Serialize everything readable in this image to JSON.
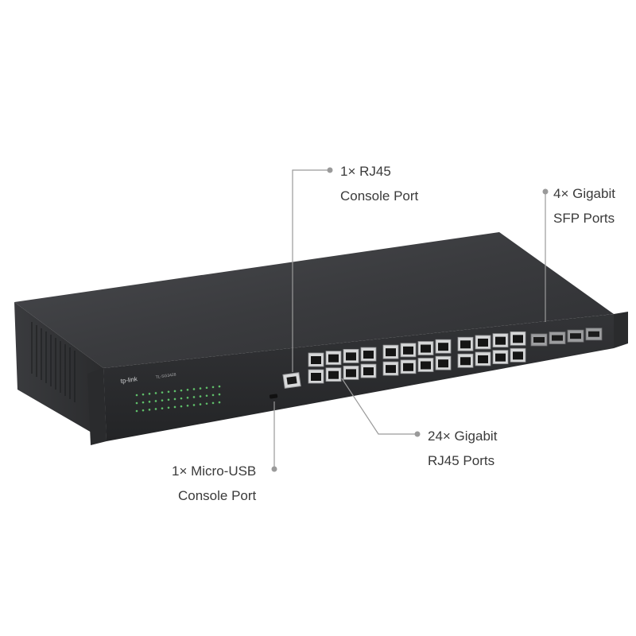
{
  "device": {
    "brand_label": "tp-link",
    "model_label": "TL-SG3428",
    "rj45_port_count": 24,
    "sfp_port_count": 4
  },
  "callouts": {
    "rj45_console": {
      "line1": "1× RJ45",
      "line2": "Console Port"
    },
    "sfp": {
      "line1": "4× Gigabit",
      "line2": "SFP Ports"
    },
    "rj45_ports": {
      "line1": "24× Gigabit",
      "line2": "RJ45 Ports"
    },
    "micro_usb": {
      "line1": "1× Micro-USB",
      "line2": "Console Port"
    }
  },
  "colors": {
    "chassis_top": "#3c3d40",
    "chassis_front": "#2b2c2e",
    "leader_line": "#9a9a9a",
    "label_text": "#3a3a3a"
  }
}
